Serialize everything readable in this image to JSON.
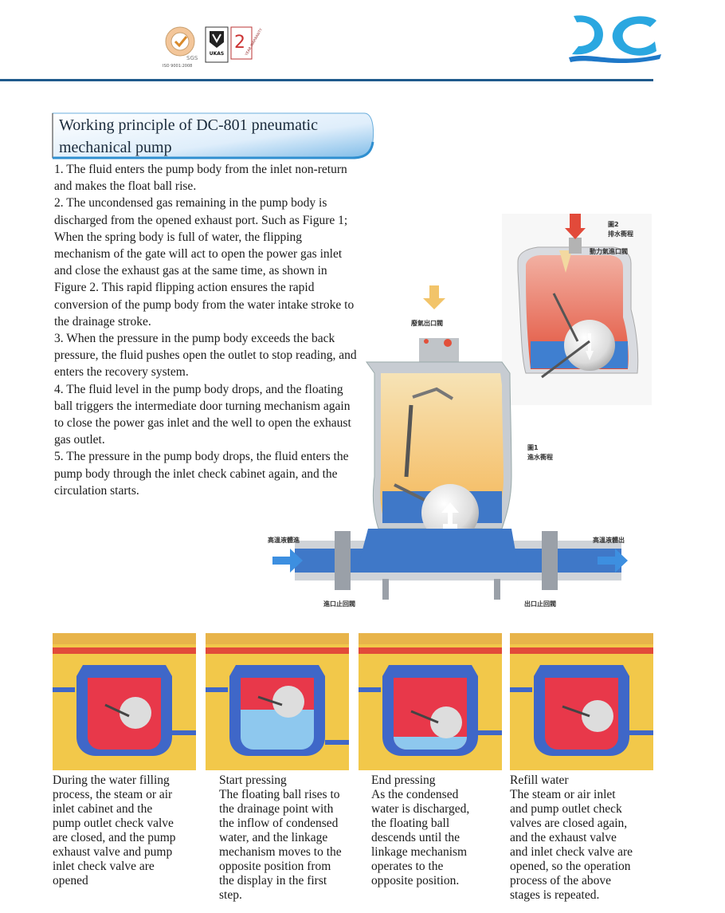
{
  "header": {
    "cert_sgs": "SGS",
    "cert_iso": "ISO 9001:2008",
    "cert_ukas": "UKAS",
    "warranty_number": "2",
    "warranty_text": "YEAR WARRANTY",
    "brand_letters": "DC"
  },
  "title": "Working principle of DC-801 pneumatic mechanical pump",
  "steps": [
    "1. The fluid enters the pump body from the inlet non-return and makes the float ball rise.",
    "2. The uncondensed gas remaining in the pump body is discharged from the opened exhaust port. Such as Figure 1; When the spring body is full of water, the flipping mechanism of the gate will act to open the power gas inlet and close the exhaust gas at the same time, as shown in Figure 2. This rapid flipping action ensures the rapid conversion of the pump body from the water intake stroke to the drainage stroke.",
    "3. When the pressure in the pump body exceeds the back pressure, the fluid pushes open the outlet to stop reading, and enters the recovery system.",
    "4. The fluid level in the pump body drops, and the floating ball triggers the intermediate door turning mechanism again to close the power gas inlet and the well to open the exhaust gas outlet.",
    "5. The pressure in the pump body drops, the fluid enters the pump body through the inlet check cabinet again, and the circulation starts."
  ],
  "diagram": {
    "fig2_label": "圖2",
    "fig2_sub": "排水衝程",
    "power_gas_inlet": "動力氣進口閥",
    "exhaust_outlet": "廢氣出口閥",
    "fig1_label": "圖1",
    "fig1_sub": "進水衝程",
    "fluid_in": "高溫液體進",
    "fluid_out": "高溫液體出",
    "inlet_check": "進口止回閥",
    "outlet_check": "出口止回閥"
  },
  "panels": [
    {
      "caption_lines": [
        "During the water filling",
        "process, the steam or air",
        "inlet cabinet and the",
        "pump outlet check valve",
        "are closed, and the pump",
        "exhaust valve and pump",
        "inlet check valve are",
        "opened"
      ]
    },
    {
      "caption_lines": [
        "Start pressing",
        "The floating ball rises to",
        "the drainage point with",
        "the inflow of condensed",
        "water, and the linkage",
        "mechanism moves to the",
        "opposite position from",
        "the display in the first",
        "step."
      ]
    },
    {
      "caption_lines": [
        "End pressing",
        "As the condensed",
        "water is discharged,",
        "the floating ball",
        "descends until the",
        "linkage mechanism",
        "operates to the",
        "opposite position."
      ]
    },
    {
      "caption_lines": [
        "Refill water",
        "The steam or air inlet",
        "and pump outlet check",
        "valves are closed again,",
        "and the exhaust valve",
        "and inlet check valve are",
        "opened, so the operation",
        "process of the above",
        "stages is repeated."
      ]
    }
  ]
}
